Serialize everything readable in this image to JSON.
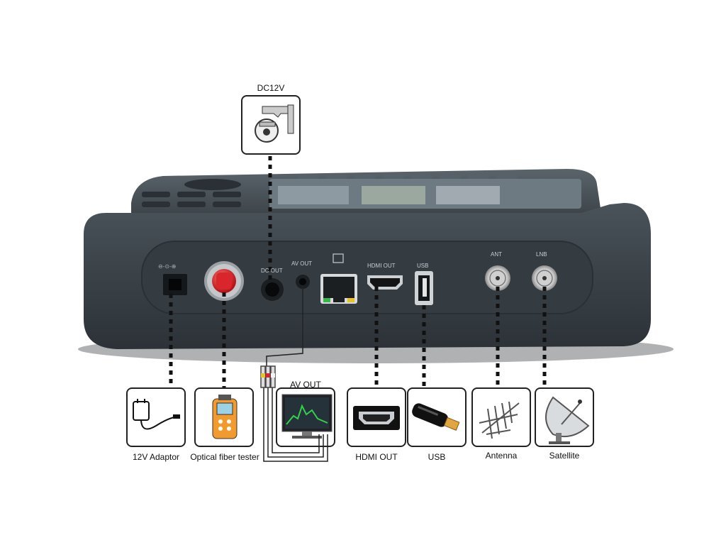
{
  "top_device": {
    "label": "DC12V",
    "icon": "security-camera-icon"
  },
  "device": {
    "name": "satellite-meter",
    "port_labels": {
      "dc_out": "DC OUT",
      "av_out": "AV OUT",
      "hdmi_out": "HDMI OUT",
      "usb": "USB",
      "ant": "ANT",
      "lnb": "LNB"
    }
  },
  "accessories": [
    {
      "label": "12V Adaptor",
      "icon": "power-adapter-icon"
    },
    {
      "label": "Optical fiber tester",
      "icon": "fiber-tester-icon"
    },
    {
      "label": "AV  OUT",
      "icon": "monitor-icon"
    },
    {
      "label": "HDMI OUT",
      "icon": "hdmi-port-icon"
    },
    {
      "label": "USB",
      "icon": "usb-stick-icon"
    },
    {
      "label": "Antenna",
      "icon": "antenna-icon"
    },
    {
      "label": "Satellite",
      "icon": "satellite-dish-icon"
    }
  ],
  "colors": {
    "body": "#3b4349",
    "panel": "#2e353a",
    "outline": "#222222",
    "accent_red": "#d9262c"
  }
}
